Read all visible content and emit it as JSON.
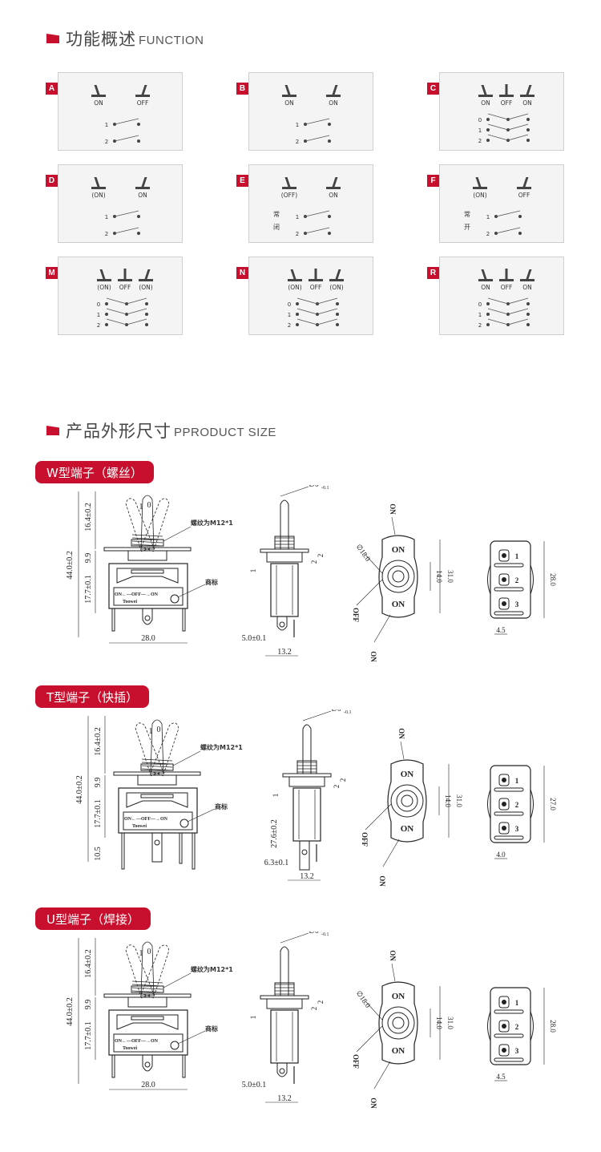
{
  "section_function": {
    "title_cn": "功能概述",
    "title_en": "FUNCTION"
  },
  "section_size": {
    "title_cn": "产品外形尺寸",
    "title_en": "PPRODUCT SIZE"
  },
  "function_boxes": [
    {
      "id": "A",
      "positions": [
        "ON",
        "OFF"
      ],
      "circuit_rows": [
        "1",
        "2"
      ]
    },
    {
      "id": "B",
      "positions": [
        "ON",
        "ON"
      ],
      "circuit_rows": [
        "1",
        "2"
      ]
    },
    {
      "id": "C",
      "positions": [
        "ON",
        "OFF",
        "ON"
      ],
      "circuit_rows": [
        "0",
        "1",
        "2"
      ]
    },
    {
      "id": "D",
      "positions": [
        "(ON)",
        "ON"
      ],
      "circuit_rows": [
        "1",
        "2"
      ]
    },
    {
      "id": "E",
      "positions": [
        "(OFF)",
        "ON"
      ],
      "circuit_rows": [
        "1",
        "2"
      ],
      "side_label": [
        "常",
        "闭"
      ]
    },
    {
      "id": "F",
      "positions": [
        "(ON)",
        "OFF"
      ],
      "circuit_rows": [
        "1",
        "2"
      ],
      "side_label": [
        "常",
        "开"
      ]
    },
    {
      "id": "M",
      "positions": [
        "(ON)",
        "OFF",
        "(ON)"
      ],
      "circuit_rows": [
        "0",
        "1",
        "2"
      ]
    },
    {
      "id": "N",
      "positions": [
        "(ON)",
        "OFF",
        "(ON)"
      ],
      "circuit_rows": [
        "0",
        "1",
        "2"
      ]
    },
    {
      "id": "R",
      "positions": [
        "ON",
        "OFF",
        "ON"
      ],
      "circuit_rows": [
        "0",
        "1",
        "2"
      ]
    }
  ],
  "terminals": [
    {
      "title": "W型端子（螺丝）",
      "thread": "螺纹为M12*1",
      "brand": "商标",
      "front": {
        "total_h": "44.0±0.2",
        "lever_h": "16.4±0.2",
        "bush_h": "9.9",
        "body_h": "17.7±0.1",
        "width": "28.0",
        "extra_h": ""
      },
      "side": {
        "dia": "∅6",
        "tol_up": "+0",
        "tol_dn": "-0.1",
        "a": "2",
        "b": "2",
        "c": "1",
        "term_w": "5.0±0.1",
        "body_w": "13.2",
        "side_h": ""
      },
      "top": {
        "dia": "∅18.0",
        "h": "31.0",
        "inner": "14.0",
        "on1": "ON",
        "off": "OFF",
        "on2": "ON"
      },
      "bottom": {
        "h": "28.0",
        "pitch": "4.5",
        "pins": [
          "1",
          "2",
          "3"
        ]
      },
      "stamp": {
        "line1": "ON←—OFF—→ON",
        "line2": "Toowei"
      }
    },
    {
      "title": "T型端子（快插）",
      "thread": "螺纹为M12*1",
      "brand": "商标",
      "front": {
        "total_h": "44.0±0.2",
        "lever_h": "16.4±0.2",
        "bush_h": "9.9",
        "body_h": "17.7±0.1",
        "width": "",
        "extra_h": "10.5"
      },
      "side": {
        "dia": "∅6",
        "tol_up": "+0",
        "tol_dn": "-0.1",
        "a": "2",
        "b": "2",
        "c": "1",
        "term_w": "6.3±0.1",
        "body_w": "13.2",
        "side_h": "27.6±0.2"
      },
      "top": {
        "dia": "",
        "h": "31.0",
        "inner": "14.0",
        "on1": "ON",
        "off": "OFF",
        "on2": "ON"
      },
      "bottom": {
        "h": "27.0",
        "pitch": "4.0",
        "pins": [
          "1",
          "2",
          "3"
        ]
      },
      "stamp": {
        "line1": "ON←—OFF—→ON",
        "line2": "Toowei"
      }
    },
    {
      "title": "U型端子（焊接）",
      "thread": "螺纹为M12*1",
      "brand": "商标",
      "front": {
        "total_h": "44.0±0.2",
        "lever_h": "16.4±0.2",
        "bush_h": "9.9",
        "body_h": "17.7±0.1",
        "width": "28.0",
        "extra_h": ""
      },
      "side": {
        "dia": "∅6",
        "tol_up": "+0",
        "tol_dn": "-0.1",
        "a": "2",
        "b": "2",
        "c": "1",
        "term_w": "5.0±0.1",
        "body_w": "13.2",
        "side_h": ""
      },
      "top": {
        "dia": "∅18.0",
        "h": "31.0",
        "inner": "14.0",
        "on1": "ON",
        "off": "OFF",
        "on2": "ON"
      },
      "bottom": {
        "h": "28.0",
        "pitch": "4.5",
        "pins": [
          "1",
          "2",
          "3"
        ]
      },
      "stamp": {
        "line1": "ON←—OFF—→ON",
        "line2": "Toowei"
      }
    }
  ],
  "colors": {
    "accent": "#c8102e",
    "panel": "#f4f4f4",
    "line": "#222222"
  }
}
